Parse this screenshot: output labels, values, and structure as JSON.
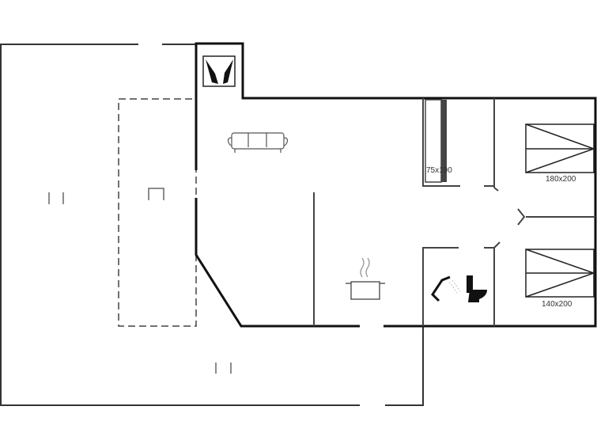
{
  "floorplan": {
    "bed_labels": {
      "wardrobe": "75x190",
      "bed_top": "180x200",
      "bed_bottom": "140x200"
    },
    "icons": [
      "fireplace-icon",
      "sofa-icon",
      "cooking-pot-icon",
      "shower-icon",
      "toilet-icon",
      "bed-icon"
    ],
    "colors": {
      "wall": "#111111",
      "line": "#444444"
    }
  }
}
